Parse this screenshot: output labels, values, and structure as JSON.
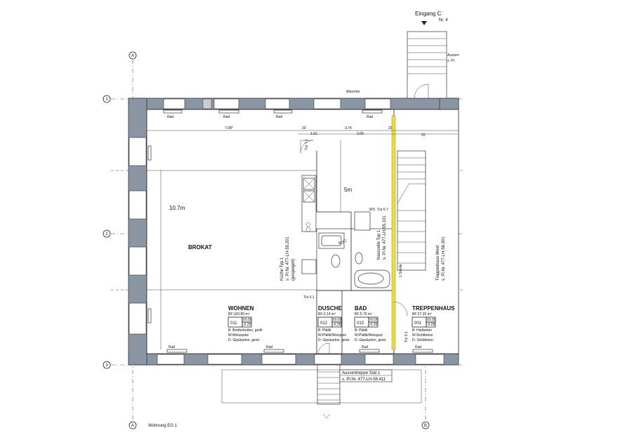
{
  "sheet": {
    "caption": "Wohnung EG 1",
    "entrance_label": "Eingang C",
    "entrance_nr": "Nr. 4"
  },
  "grid_axes": {
    "horizontal": [
      "1",
      "2",
      "3"
    ],
    "vertical": [
      "A",
      "A",
      "B",
      "B"
    ]
  },
  "apartment_label": "BROKAT",
  "dimensions": {
    "total_width": "7.08*",
    "kitchen_width": "3.74",
    "kitchen_inner": "3.00",
    "stair_dim": "20",
    "door_dim_a": "1.02",
    "door_dim_b": "20",
    "height_dim": "10.7m",
    "kitchen_height": "5m",
    "right_dim": "20"
  },
  "rooms": [
    {
      "name": "WOHNEN",
      "number": "011",
      "area": "BF:100.89 m²",
      "level_top": "±0.00",
      "level_bottom": "-0.25",
      "finishes": [
        "B: Bretterboden, geölt",
        "W:Weisspütz",
        "D: Gipskarton, gestr."
      ]
    },
    {
      "name": "DUSCHE",
      "number": "012",
      "area": "BF:3.14 m²",
      "level_top": "±0.00",
      "level_bottom": "-0.25",
      "finishes": [
        "B: Plättli",
        "W:Plättli/Weisputz",
        "D: Gipskarton, gestr."
      ]
    },
    {
      "name": "BAD",
      "number": "013",
      "area": "BF:5.76 m²",
      "level_top": "±0.00",
      "level_bottom": "-0.25",
      "finishes": [
        "B: Plättli",
        "W:Plättli/Weisputz",
        "D: Gipskarton, gestr."
      ]
    },
    {
      "name": "TREPPENHAUS",
      "number": "001",
      "area": "BF:27.20 m²",
      "level_top": "±0.00",
      "level_bottom": "-0.05",
      "finishes": [
        "B: Hartbeton",
        "W:Sichtbeton",
        "D: Sichtbeton"
      ]
    }
  ],
  "references": {
    "kitchen_1": "Küche Typ 1",
    "kitchen_2": "s. Pl.Nr. 477-LH-55.201",
    "kitchen_3": "(gespiegelt)",
    "wet_1": "Nasszelle Typ 1",
    "wet_2": "s. Pl.Nr. 477-LH-55.101",
    "stair_1": "Treppenhaus West",
    "stair_2": "s. Pl.Nr. 477-LH-56.301",
    "outer_1": "Aussentreppe Süd 1",
    "outer_2": "s. Pl.Nr. 477-LH-56.411",
    "outer_top_1": "Aussen",
    "outer_top_2": "s. Pl."
  },
  "doors": {
    "door_1": "Tür 7.1",
    "door_2": "Tür 6.1",
    "door_3": "Tür 6.7",
    "door_4": "Tür 5.1"
  },
  "misc": {
    "radiator": "Rad",
    "wash_machine": "Waschm.",
    "label_a": "WS",
    "label_b": "WT",
    "label_c": "1 Sonde"
  }
}
